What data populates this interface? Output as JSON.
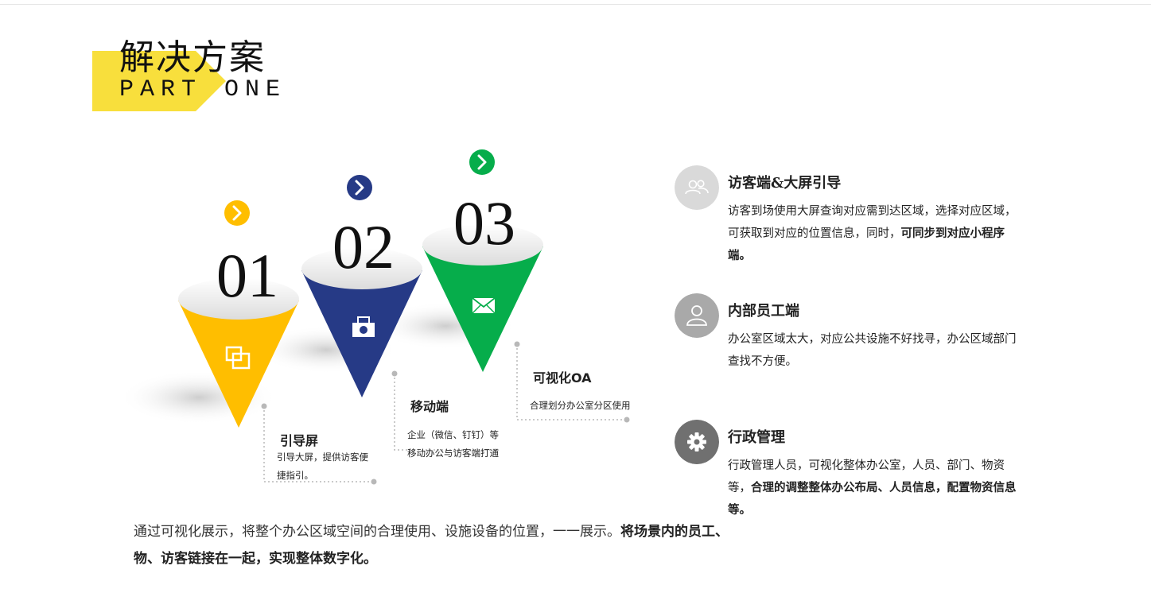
{
  "header": {
    "title_cn": "解决方案",
    "part_word": "PART",
    "one_word": "ONE",
    "accent_color": "#f8df3c"
  },
  "cones": [
    {
      "number": "01",
      "color": "#ffbe00",
      "arrow_color": "#ffbe00",
      "icon": "pictures-icon",
      "label": "引导屏",
      "desc_line1": "引导大屏，提供访客便",
      "desc_line2": "捷指引。"
    },
    {
      "number": "02",
      "color": "#263a86",
      "arrow_color": "#263a86",
      "icon": "camera-icon",
      "label": "移动端",
      "desc_line1": "企业（微信、钉钉）等",
      "desc_line2": "移动办公与访客端打通"
    },
    {
      "number": "03",
      "color": "#06ad4b",
      "arrow_color": "#06ad4b",
      "icon": "envelope-icon",
      "label": "可视化OA",
      "desc_line1": "合理划分办公室分区使用",
      "desc_line2": ""
    }
  ],
  "features": [
    {
      "icon": "people-icon",
      "icon_color": "#d9d9d9",
      "title": "访客端&大屏引导",
      "text_normal": "访客到场使用大屏查询对应需到达区域，选择对应区域，可获取到对应的位置信息，同时，",
      "text_bold": "可同步到对应小程序端。"
    },
    {
      "icon": "user-icon",
      "icon_color": "#a9a9a9",
      "title": "内部员工端",
      "text_normal": "办公室区域太大，对应公共设施不好找寻，办公区域部门查找不方便。",
      "text_bold": ""
    },
    {
      "icon": "gear-icon",
      "icon_color": "#707070",
      "title": "行政管理",
      "text_normal": "行政管理人员，可视化整体办公室，人员、部门、物资等，",
      "text_bold": "合理的调整整体办公布局、人员信息，配置物资信息等。"
    }
  ],
  "summary": {
    "normal": "通过可视化展示，将整个办公区域空间的合理使用、设施设备的位置，一一展示。",
    "bold": "将场景内的员工、物、访客链接在一起，实现整体数字化。"
  }
}
